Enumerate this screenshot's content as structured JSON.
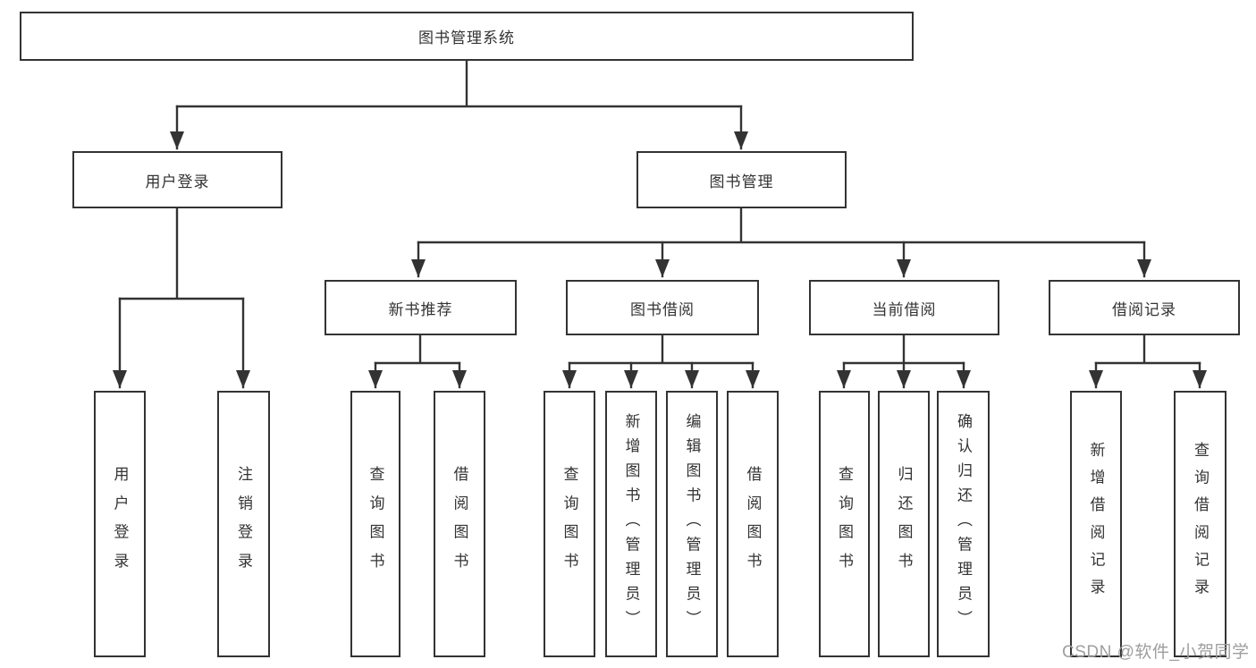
{
  "diagram": {
    "type": "hierarchy-tree",
    "orientation": "top-down"
  },
  "colors": {
    "line": "#333333",
    "box_border": "#333333",
    "text": "#333333",
    "background": "#ffffff",
    "watermark": "#9e9e9e"
  },
  "tree": {
    "label": "图书管理系统",
    "children": [
      {
        "label": "用户登录",
        "children": [
          {
            "label": "用户登录"
          },
          {
            "label": "注销登录"
          }
        ]
      },
      {
        "label": "图书管理",
        "children": [
          {
            "label": "新书推荐",
            "children": [
              {
                "label": "查询图书"
              },
              {
                "label": "借阅图书"
              }
            ]
          },
          {
            "label": "图书借阅",
            "children": [
              {
                "label": "查询图书"
              },
              {
                "label": "新增图书（管理员）"
              },
              {
                "label": "编辑图书（管理员）"
              },
              {
                "label": "借阅图书"
              }
            ]
          },
          {
            "label": "当前借阅",
            "children": [
              {
                "label": "查询图书"
              },
              {
                "label": "归还图书"
              },
              {
                "label": "确认归还（管理员）"
              }
            ]
          },
          {
            "label": "借阅记录",
            "children": [
              {
                "label": "新增借阅记录"
              },
              {
                "label": "查询借阅记录"
              }
            ]
          }
        ]
      }
    ]
  },
  "watermark": {
    "text": "CSDN @软件_小贺同学"
  }
}
